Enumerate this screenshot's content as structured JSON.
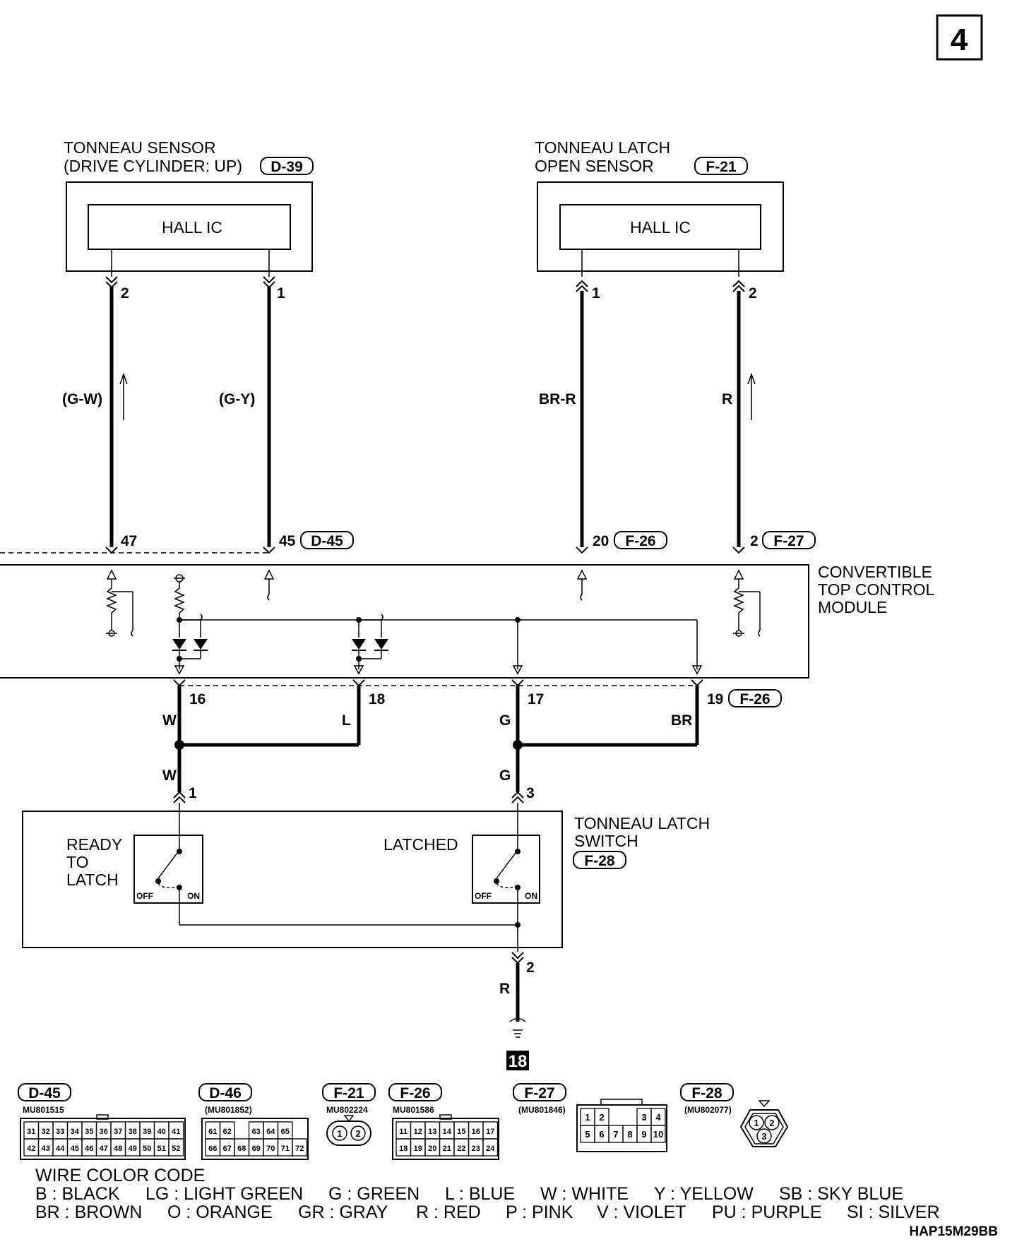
{
  "page_number": "4",
  "diagram_id": "HAP15M29BB",
  "tonneau_sensor": {
    "title_line1": "TONNEAU SENSOR",
    "title_line2": "(DRIVE CYLINDER: UP)",
    "connector": "D-39",
    "element": "HALL IC",
    "pin_a": "2",
    "pin_b": "1"
  },
  "latch_open_sensor": {
    "title_line1": "TONNEAU LATCH",
    "title_line2": "OPEN SENSOR",
    "connector": "F-21",
    "element": "HALL IC",
    "pin_a": "1",
    "pin_b": "2"
  },
  "wires_upper": {
    "w1": "(G-W)",
    "w2": "(G-Y)",
    "w3": "BR-R",
    "w4": "R"
  },
  "module_pins_top": {
    "p47": "47",
    "p45": "45",
    "p45_conn": "D-45",
    "p20": "20",
    "p20_conn": "F-26",
    "p2": "2",
    "p2_conn": "F-27"
  },
  "module": {
    "line1": "CONVERTIBLE",
    "line2": "TOP CONTROL",
    "line3": "MODULE"
  },
  "module_pins_bottom": {
    "p16": "16",
    "p18": "18",
    "p17": "17",
    "p19": "19",
    "p19_conn": "F-26"
  },
  "wires_lower": {
    "w16": "W",
    "w18": "L",
    "w17": "G",
    "w19": "BR",
    "wj1": "W",
    "wj3": "G",
    "wgnd": "R"
  },
  "latch_switch": {
    "title_line1": "TONNEAU LATCH",
    "title_line2": "SWITCH",
    "connector": "F-28",
    "pin1": "1",
    "pin3": "3",
    "pin2": "2",
    "sw1_line1": "READY",
    "sw1_line2": "TO",
    "sw1_line3": "LATCH",
    "sw2": "LATCHED",
    "off": "OFF",
    "on": "ON"
  },
  "ground_id": "18",
  "connectors": {
    "d45": {
      "name": "D-45",
      "part": "MU801515",
      "row1": [
        "31",
        "32",
        "33",
        "34",
        "35",
        "36",
        "37",
        "38",
        "39",
        "40",
        "41"
      ],
      "row2": [
        "42",
        "43",
        "44",
        "45",
        "46",
        "47",
        "48",
        "49",
        "50",
        "51",
        "52"
      ]
    },
    "d46": {
      "name": "D-46",
      "part": "(MU801852)",
      "row1": [
        "61",
        "62",
        "",
        "63",
        "64",
        "65"
      ],
      "row2": [
        "66",
        "67",
        "68",
        "69",
        "70",
        "71",
        "72"
      ]
    },
    "f21": {
      "name": "F-21",
      "part": "MU802224",
      "pins": [
        "1",
        "2"
      ]
    },
    "f26": {
      "name": "F-26",
      "part": "MU801586",
      "row1": [
        "11",
        "12",
        "13",
        "14",
        "15",
        "16",
        "17"
      ],
      "row2": [
        "18",
        "19",
        "20",
        "21",
        "22",
        "23",
        "24"
      ]
    },
    "f27": {
      "name": "F-27",
      "part": "(MU801846)",
      "row1": [
        "1",
        "2",
        "",
        "",
        "3",
        "4"
      ],
      "row2": [
        "5",
        "6",
        "7",
        "8",
        "9",
        "10"
      ]
    },
    "f28": {
      "name": "F-28",
      "part": "(MU802077)",
      "pins": [
        "1",
        "2",
        "3"
      ]
    }
  },
  "wire_color_code": {
    "title": "WIRE COLOR CODE",
    "row1": [
      "B : BLACK",
      "LG : LIGHT GREEN",
      "G : GREEN",
      "L : BLUE",
      "W : WHITE",
      "Y : YELLOW",
      "SB : SKY BLUE"
    ],
    "row2": [
      "BR : BROWN",
      "O : ORANGE",
      "GR : GRAY",
      "R : RED",
      "P : PINK",
      "V : VIOLET",
      "PU : PURPLE",
      "SI : SILVER"
    ]
  }
}
